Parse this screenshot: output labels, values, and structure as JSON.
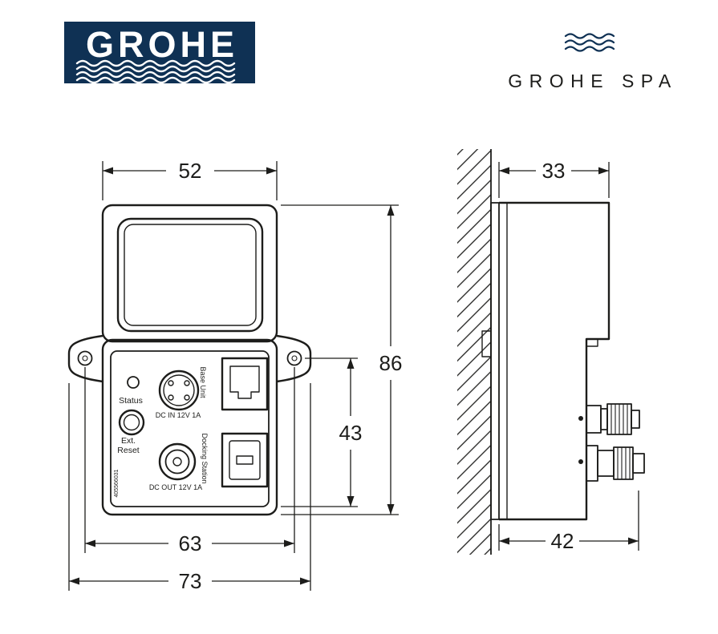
{
  "branding": {
    "grohe_logo_text": "GROHE",
    "grohe_spa_text": "GROHE SPA"
  },
  "front_view": {
    "dims": {
      "top_width": "52",
      "overall_height": "86",
      "panel_height": "43",
      "hole_spacing": "63",
      "overall_width": "73"
    },
    "labels": {
      "status": "Status",
      "ext": "Ext.",
      "reset": "Reset",
      "dc_in": "DC IN 12V 1A",
      "base_unit": "Base Unit",
      "docking_station": "Docking Station",
      "dc_out": "DC OUT 12V 1A",
      "part_number": "405566031"
    }
  },
  "side_view": {
    "dims": {
      "top_depth": "33",
      "overall_depth": "42"
    }
  },
  "colors": {
    "brand_navy": "#0f3154",
    "line": "#1d1d1b"
  }
}
